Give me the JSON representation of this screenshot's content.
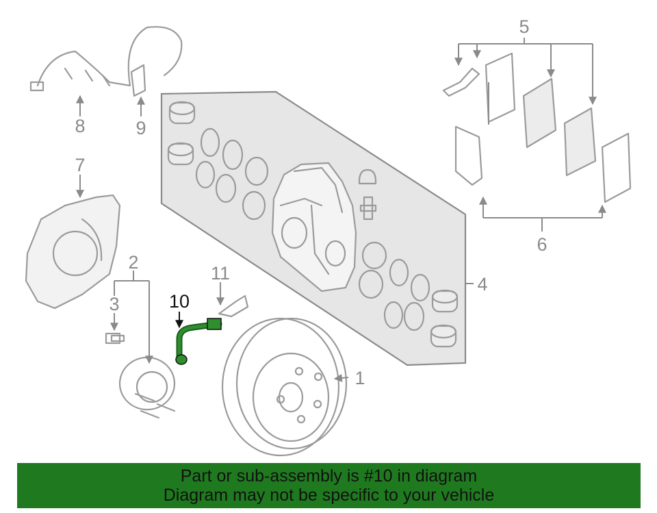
{
  "callouts": {
    "n1": "1",
    "n2": "2",
    "n3": "3",
    "n4": "4",
    "n5": "5",
    "n6": "6",
    "n7": "7",
    "n8": "8",
    "n9": "9",
    "n10": "10",
    "n11": "11"
  },
  "highlight": {
    "part": "10",
    "color": "#1f7a1f"
  },
  "banner": {
    "line1": "Part or sub-assembly is #10 in diagram",
    "line2": "Diagram may not be specific to your vehicle",
    "color": "#1f7a1f"
  }
}
